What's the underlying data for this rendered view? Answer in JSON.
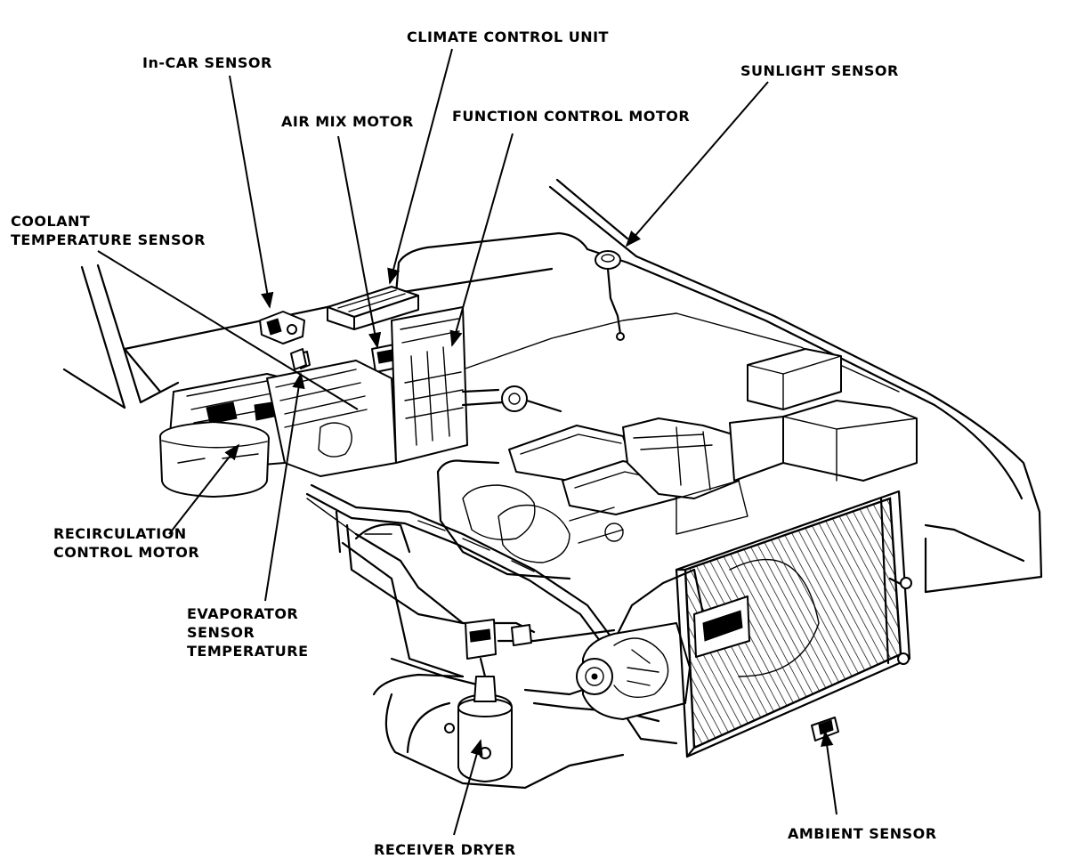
{
  "labels": {
    "in_car_sensor": "In-CAR SENSOR",
    "climate_control_unit": "CLIMATE CONTROL UNIT",
    "sunlight_sensor": "SUNLIGHT SENSOR",
    "air_mix_motor": "AIR MIX MOTOR",
    "function_control_motor": "FUNCTION CONTROL MOTOR",
    "coolant_line1": "COOLANT",
    "coolant_line2": "TEMPERATURE SENSOR",
    "recirc_line1": "RECIRCULATION",
    "recirc_line2": "CONTROL MOTOR",
    "evap_line1": "EVAPORATOR",
    "evap_line2": "SENSOR",
    "evap_line3": "TEMPERATURE",
    "receiver_dryer": "RECEIVER DRYER",
    "ambient_sensor": "AMBIENT SENSOR"
  }
}
